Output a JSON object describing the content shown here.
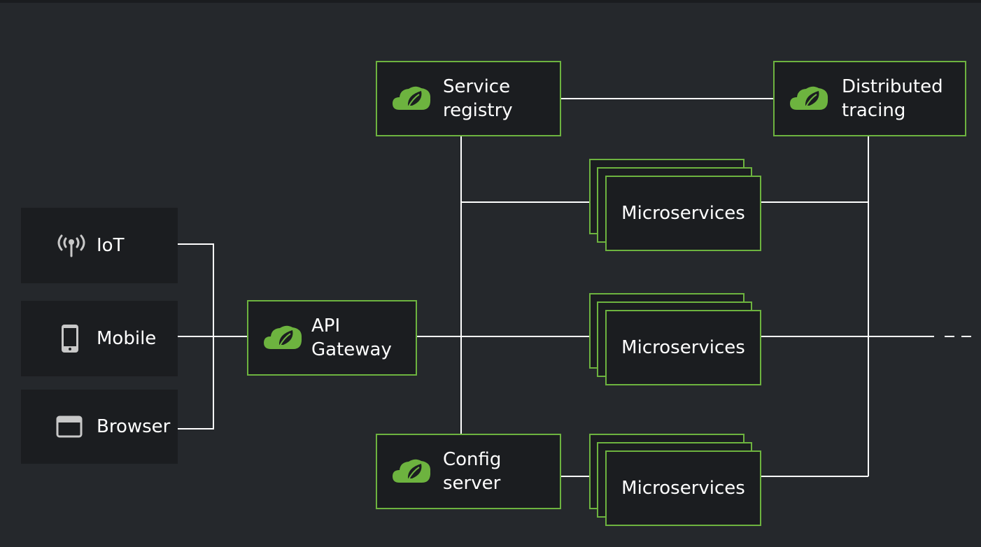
{
  "clients": [
    {
      "id": "iot",
      "label": "IoT",
      "icon": "antenna-icon"
    },
    {
      "id": "mobile",
      "label": "Mobile",
      "icon": "phone-icon"
    },
    {
      "id": "browser",
      "label": "Browser",
      "icon": "browser-window-icon"
    }
  ],
  "gateway": {
    "label": "API\nGateway",
    "icon": "spring-leaf-icon"
  },
  "registry": {
    "label": "Service\nregistry",
    "icon": "spring-leaf-icon"
  },
  "tracing": {
    "label": "Distributed\ntracing",
    "icon": "spring-leaf-icon"
  },
  "config": {
    "label": "Config\nserver",
    "icon": "spring-leaf-icon"
  },
  "microservices": [
    {
      "label": "Microservices"
    },
    {
      "label": "Microservices"
    },
    {
      "label": "Microservices"
    }
  ],
  "colors": {
    "background": "#25282c",
    "box": "#1b1d20",
    "accent": "#6db33f",
    "line": "#ffffff",
    "icon_gray": "#c8c8c8"
  }
}
